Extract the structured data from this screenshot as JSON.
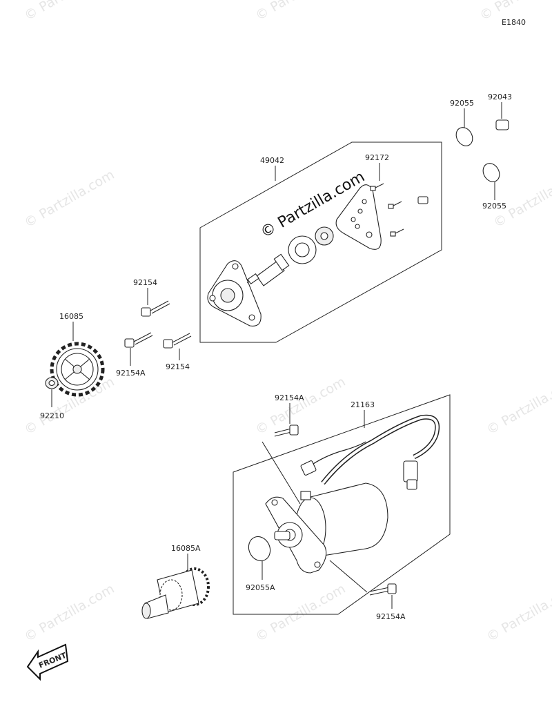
{
  "diagram_code": "E1840",
  "center_watermark": "© Partzilla.com",
  "watermark_text": "© Partzilla.com",
  "front_label": "FRONT",
  "parts": {
    "oil_pump_assy": "49042",
    "screw_pump": "92172",
    "o_ring_top": "92055",
    "pin": "92043",
    "o_ring_mid": "92055",
    "bolt_upper": "92154",
    "bolt_lower": "92154",
    "bolt_a_left": "92154A",
    "sprocket": "16085",
    "nut": "92210",
    "bolt_a_starter_top": "92154A",
    "starter_motor": "21163",
    "o_ring_starter": "92055A",
    "bolt_a_starter_bottom": "92154A",
    "starter_clutch": "16085A"
  }
}
